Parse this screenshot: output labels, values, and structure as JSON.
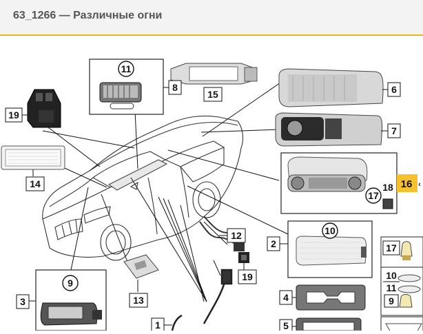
{
  "page": {
    "title": "63_1266 — Различные огни"
  },
  "callouts": {
    "n1": "1",
    "n2": "2",
    "n3": "3",
    "n4": "4",
    "n5": "5",
    "n6": "6",
    "n7": "7",
    "n8": "8",
    "n9": "9",
    "n10": "10",
    "n11": "11",
    "n12": "12",
    "n13": "13",
    "n14": "14",
    "n15": "15",
    "n16": "16",
    "n17": "17",
    "n18": "18",
    "n19": "19"
  },
  "colors": {
    "highlight": "#f7c12d",
    "header_rule": "#f2b318"
  },
  "icons": {
    "scroll_arrow": "chevron-left-icon"
  }
}
